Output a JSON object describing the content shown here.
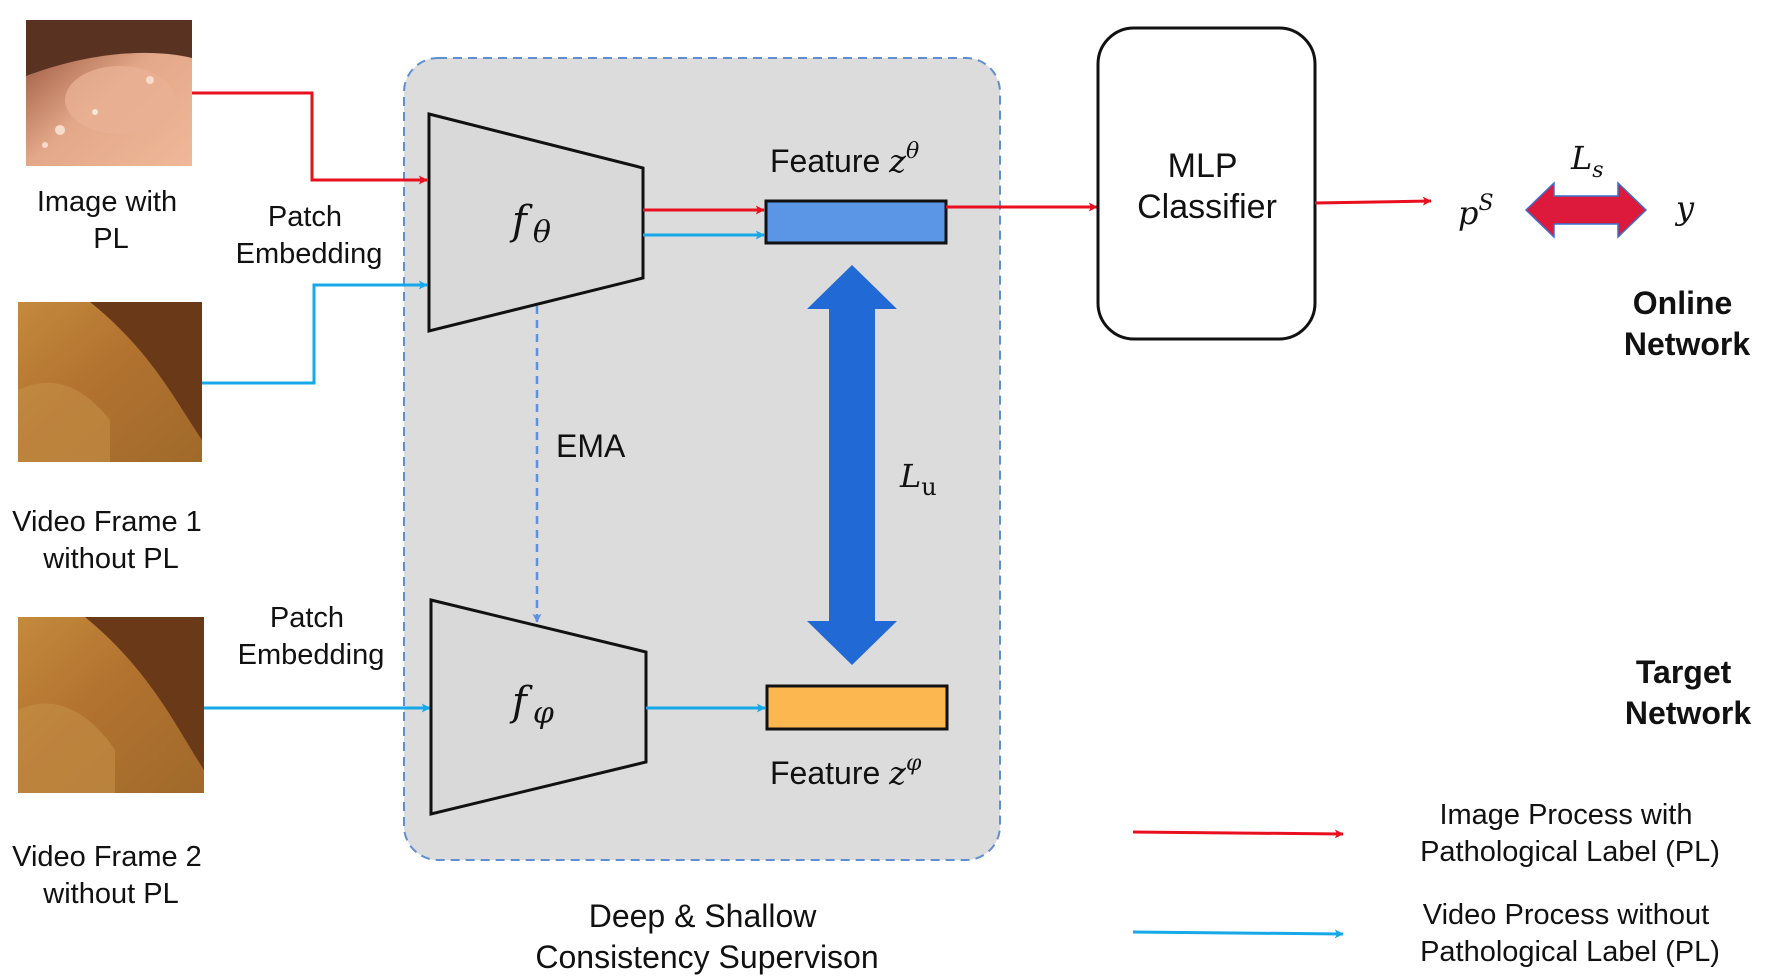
{
  "inputs": {
    "image_pl": {
      "line1": "Image with",
      "line2": "PL"
    },
    "video1": {
      "line1": "Video Frame 1",
      "line2": "without PL"
    },
    "video2": {
      "line1": "Video Frame 2",
      "line2": "without PL"
    }
  },
  "patch_embedding": {
    "line1": "Patch",
    "line2": "Embedding"
  },
  "encoders": {
    "online": {
      "f": "f",
      "sub": "θ"
    },
    "target": {
      "f": "f",
      "sub": "φ"
    }
  },
  "ema": "EMA",
  "features": {
    "online": {
      "label": "Feature ",
      "var": "z",
      "sup": "θ"
    },
    "target": {
      "label": "Feature ",
      "var": "z",
      "sup": "φ"
    }
  },
  "loss_u": {
    "L": "L",
    "sub": "u"
  },
  "loss_s": {
    "L": "L",
    "sub": "s"
  },
  "mlp": {
    "line1": "MLP",
    "line2": "Classifier"
  },
  "prediction": {
    "p": "p",
    "sup": "S"
  },
  "target_label": "y",
  "network_labels": {
    "online": {
      "line1": "Online",
      "line2": "Network"
    },
    "target": {
      "line1": "Target",
      "line2": "Network"
    }
  },
  "supervision_caption": {
    "line1": "Deep & Shallow",
    "line2": "Consistency Supervison"
  },
  "legend": {
    "red": {
      "line1": "Image Process with",
      "line2": "Pathological Label (PL)"
    },
    "blue": {
      "line1": "Video Process without",
      "line2": "Pathological Label (PL)"
    }
  },
  "colors": {
    "red_arrow": "#e8101e",
    "blue_arrow": "#16a8e8",
    "feature_online": "#5b95e5",
    "feature_target": "#fdb751",
    "panel_fill": "#dcdcdc",
    "panel_border": "#5f8fd0",
    "big_arrow": "#2169d4",
    "ls_arrow": "#dd1a3c"
  }
}
